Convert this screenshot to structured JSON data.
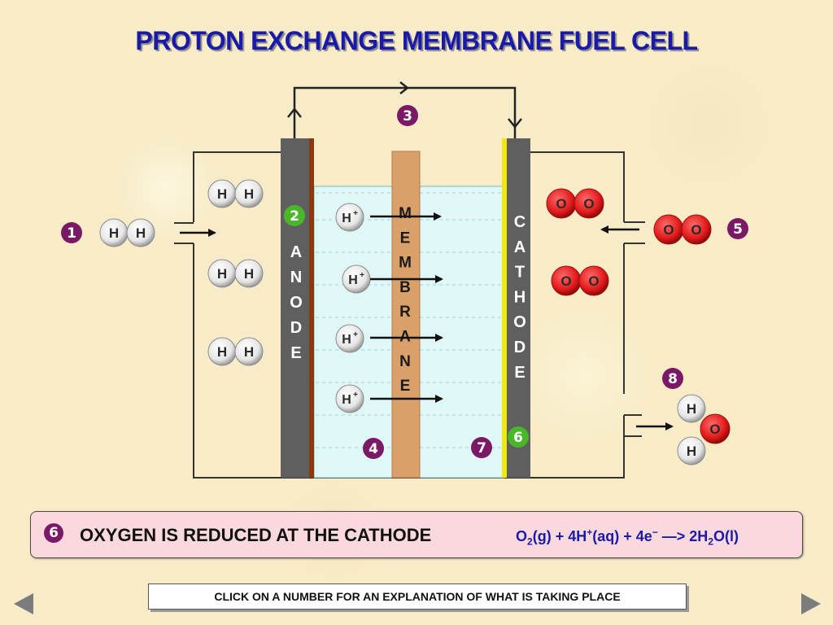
{
  "title": "PROTON EXCHANGE MEMBRANE FUEL CELL",
  "labels": {
    "anode": [
      "A",
      "N",
      "O",
      "D",
      "E"
    ],
    "membrane": [
      "M",
      "E",
      "M",
      "B",
      "R",
      "A",
      "N",
      "E"
    ],
    "cathode": [
      "C",
      "A",
      "T",
      "H",
      "O",
      "D",
      "E"
    ]
  },
  "molecules": {
    "hydrogen_atom": "H",
    "oxygen_atom": "O",
    "proton": "H",
    "proton_charge": "+"
  },
  "step_numbers": [
    {
      "id": 1,
      "glyph": "➊",
      "color": "#7a1a66"
    },
    {
      "id": 2,
      "glyph": "➋",
      "color": "#4ab62a"
    },
    {
      "id": 3,
      "glyph": "➌",
      "color": "#7a1a66"
    },
    {
      "id": 4,
      "glyph": "➍",
      "color": "#7a1a66"
    },
    {
      "id": 5,
      "glyph": "➎",
      "color": "#7a1a66"
    },
    {
      "id": 6,
      "glyph": "➏",
      "color": "#4ab62a"
    },
    {
      "id": 7,
      "glyph": "➐",
      "color": "#7a1a66"
    },
    {
      "id": 8,
      "glyph": "➑",
      "color": "#7a1a66"
    }
  ],
  "info": {
    "number": "6",
    "text": "OXYGEN IS REDUCED AT THE CATHODE",
    "equation": {
      "o2": "O",
      "o2_sub": "2",
      "part1": "(g) + 4H",
      "plus_sup": "+",
      "part2": "(aq) + 4e",
      "minus_sup": "−",
      "arrow": " —> 2H",
      "h2o_sub": "2",
      "part3": "O(l)"
    }
  },
  "instruction": "CLICK ON A NUMBER FOR AN EXPLANATION OF WHAT IS TAKING PLACE",
  "colors": {
    "title": "#1a1aa8",
    "electrode": "#5f5f5f",
    "membrane": "#d9a06a",
    "electrolyte": "#dff7f7",
    "oxygen": "#e21a1a",
    "hydrogen": "#f2f2f2",
    "step_purple": "#7a1a66",
    "step_green": "#4ab62a"
  }
}
